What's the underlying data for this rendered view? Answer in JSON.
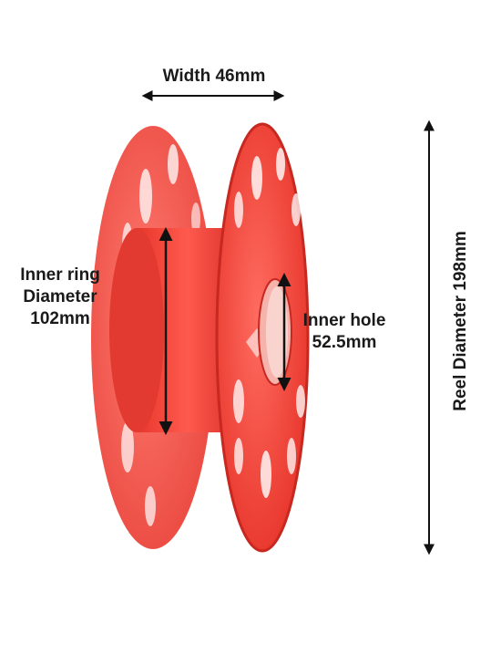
{
  "annotations": {
    "width": {
      "text": "Width 46mm"
    },
    "inner_ring": {
      "lines": [
        "Inner ring",
        "Diameter",
        "102mm"
      ]
    },
    "inner_hole": {
      "lines": [
        "Inner hole",
        "52.5mm"
      ]
    },
    "reel_diameter": {
      "text": "Reel Diameter 198mm"
    }
  },
  "colors": {
    "spool_main": "#f2463c",
    "spool_dark": "#d22a22",
    "spool_light": "#ff7a6e",
    "hole": "#f8c8c2",
    "arrow": "#111111",
    "background": "#ffffff"
  }
}
